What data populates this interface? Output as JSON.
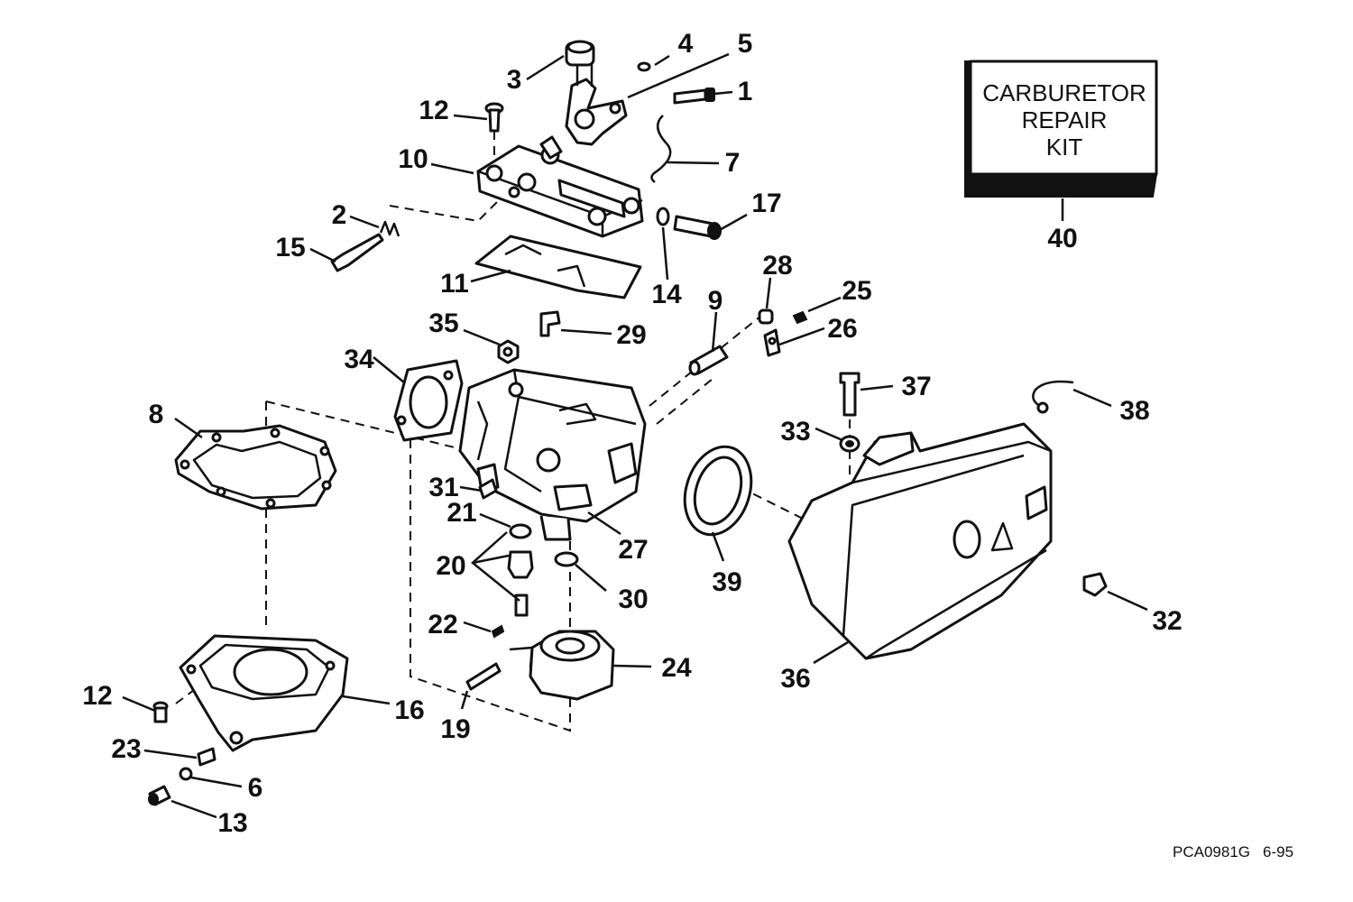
{
  "kit_box": {
    "lines": [
      "CARBURETOR",
      "REPAIR",
      "KIT"
    ],
    "number": "40"
  },
  "callouts": [
    "1",
    "2",
    "3",
    "4",
    "5",
    "6",
    "7",
    "8",
    "9",
    "10",
    "11",
    "12",
    "12",
    "13",
    "14",
    "15",
    "16",
    "17",
    "19",
    "20",
    "21",
    "22",
    "23",
    "24",
    "25",
    "26",
    "27",
    "28",
    "29",
    "30",
    "31",
    "32",
    "33",
    "34",
    "35",
    "36",
    "37",
    "38",
    "39"
  ],
  "footer": {
    "drawing_code": "PCA0981G",
    "date": "6-95"
  }
}
